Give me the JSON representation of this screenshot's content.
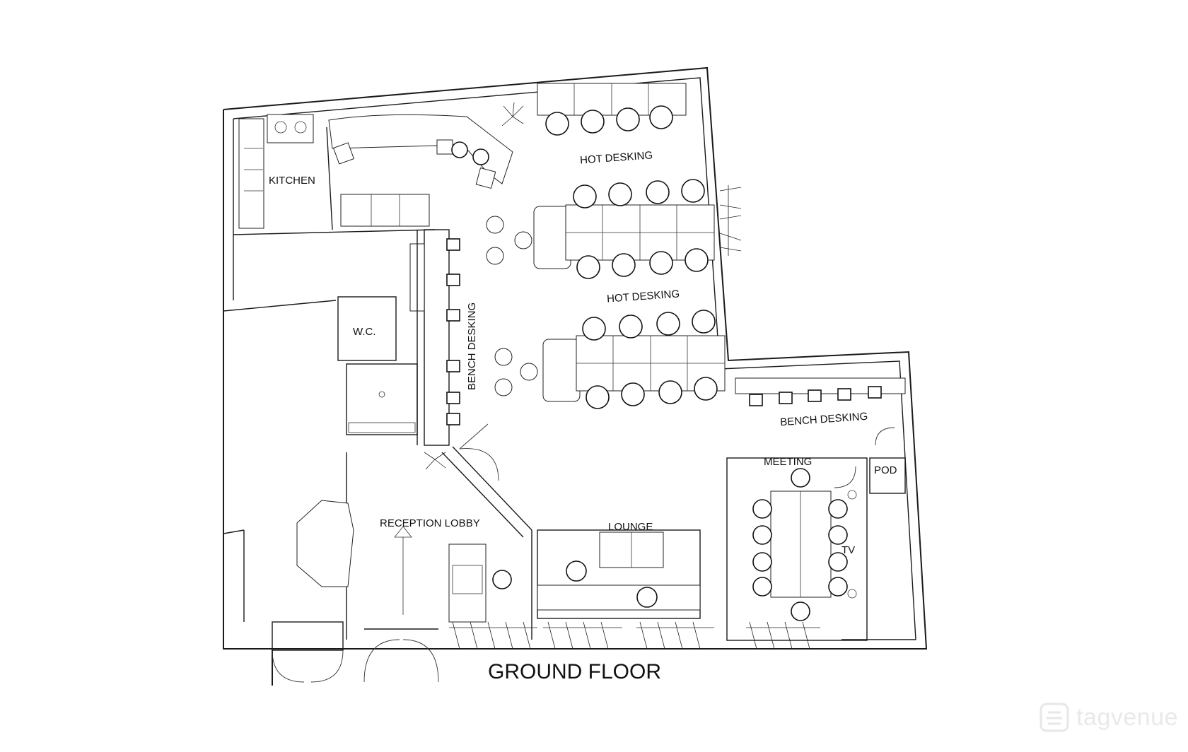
{
  "labels": {
    "kitchen": "KITCHEN",
    "hot_desking_1": "HOT DESKING",
    "hot_desking_2": "HOT DESKING",
    "bench_desking_vertical": "BENCH DESKING",
    "bench_desking_right": "BENCH DESKING",
    "wc": "W.C.",
    "meeting": "MEETING",
    "pod": "POD",
    "tv": "TV",
    "reception_lobby": "RECEPTION LOBBY",
    "lounge": "LOUNGE"
  },
  "title": "GROUND FLOOR",
  "watermark": {
    "text": "tagvenue",
    "icon": "tagvenue-logo-icon"
  }
}
